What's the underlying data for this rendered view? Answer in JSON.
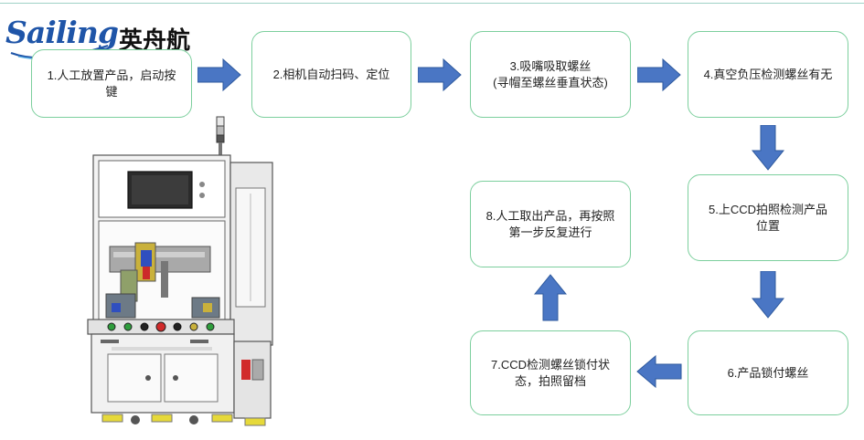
{
  "logo": {
    "brand_en": "Sailing",
    "brand_cn": "英舟航"
  },
  "colors": {
    "box_border": "#7ccf9d",
    "arrow": "#4a76c4",
    "arrow_edge": "#2f5a9e",
    "logo_blue": "#1f55a8"
  },
  "flow": {
    "steps": [
      {
        "label": "1.人工放置产品，启动按\n键"
      },
      {
        "label": "2.相机自动扫码、定位"
      },
      {
        "label": "3.吸嘴吸取螺丝\n(寻帽至螺丝垂直状态)"
      },
      {
        "label": "4.真空负压检测螺丝有无"
      },
      {
        "label": "5.上CCD拍照检测产品\n位置"
      },
      {
        "label": "6.产品锁付螺丝"
      },
      {
        "label": "7.CCD检测螺丝锁付状\n态，拍照留档"
      },
      {
        "label": "8.人工取出产品，再按照\n第一步反复进行"
      }
    ],
    "arrows": [
      {
        "from": 1,
        "to": 2,
        "direction": "right"
      },
      {
        "from": 2,
        "to": 3,
        "direction": "right"
      },
      {
        "from": 3,
        "to": 4,
        "direction": "right"
      },
      {
        "from": 4,
        "to": 5,
        "direction": "down"
      },
      {
        "from": 5,
        "to": 6,
        "direction": "down"
      },
      {
        "from": 6,
        "to": 7,
        "direction": "left"
      },
      {
        "from": 7,
        "to": 8,
        "direction": "up"
      }
    ]
  },
  "machine": {
    "icon": "screw-locking-machine-illustration"
  }
}
